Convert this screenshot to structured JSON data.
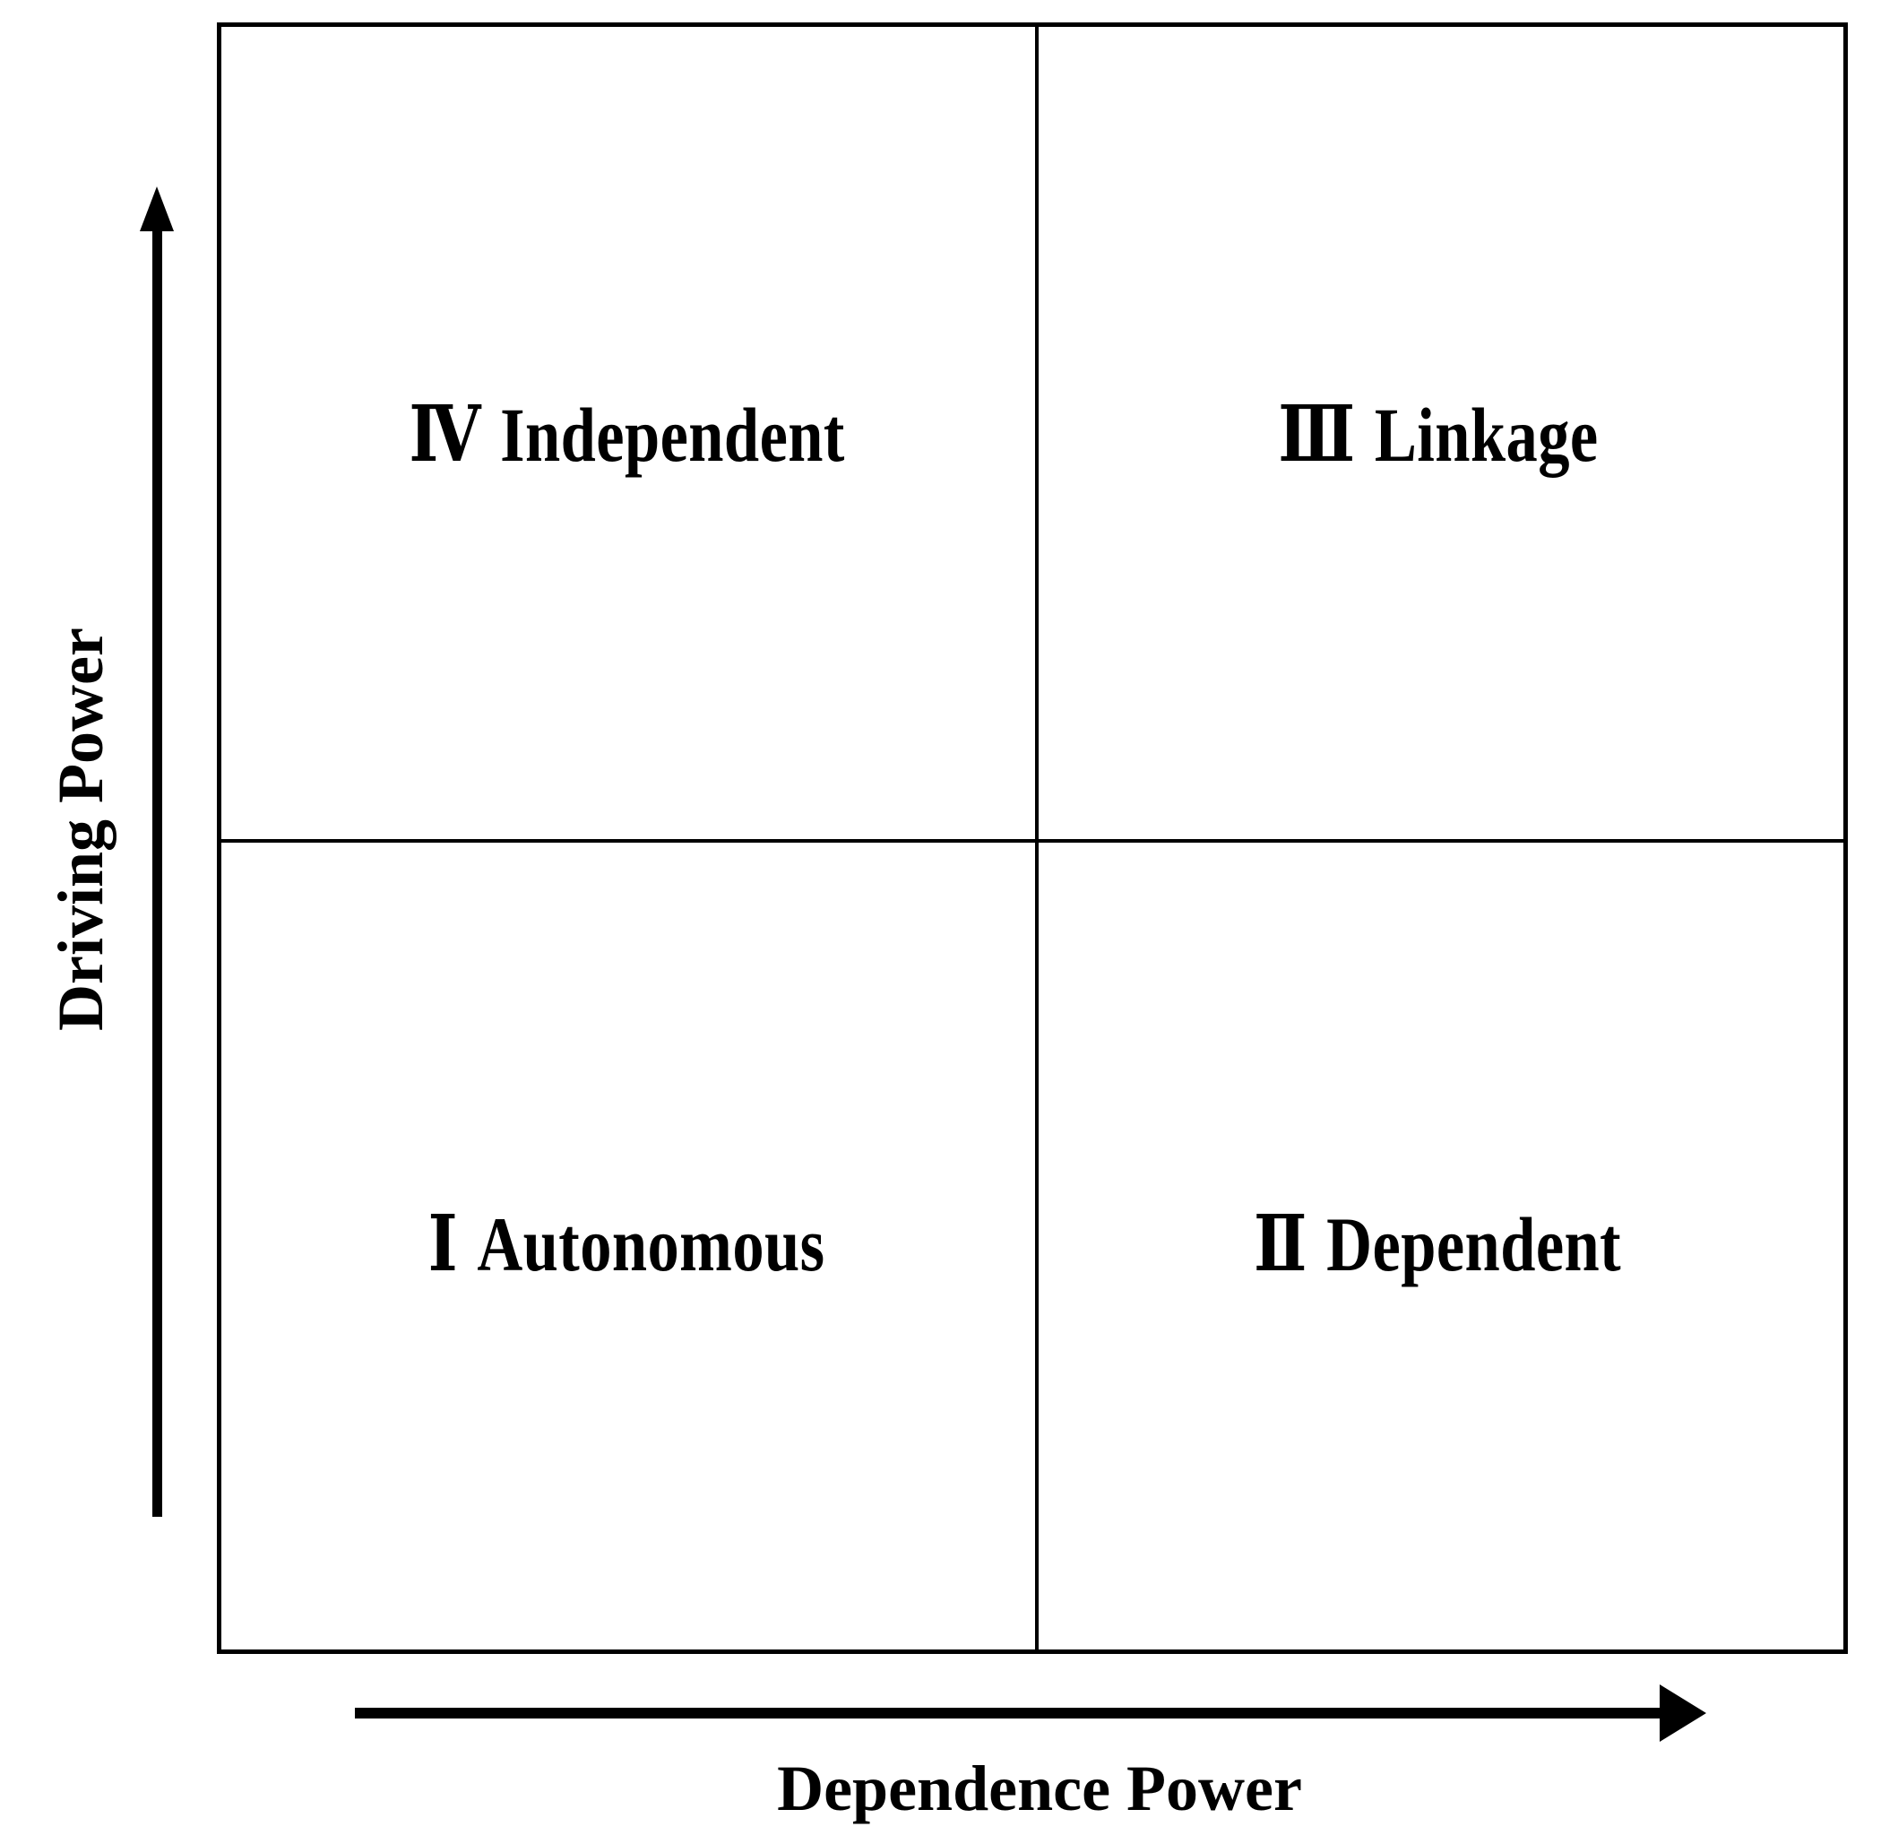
{
  "figure": {
    "type": "quadrant-matrix",
    "background_color": "#ffffff",
    "line_color": "#000000"
  },
  "axes": {
    "y": {
      "label": "Driving Power",
      "direction": "up",
      "arrow_icon": "arrow-up-icon"
    },
    "x": {
      "label": "Dependence Power",
      "direction": "right",
      "arrow_icon": "arrow-right-icon"
    }
  },
  "quadrants": [
    {
      "id": "IV",
      "numeral": "Ⅳ",
      "name": "Independent",
      "position": "top-left",
      "driving_power": "high",
      "dependence_power": "low"
    },
    {
      "id": "III",
      "numeral": "Ⅲ",
      "name": "Linkage",
      "position": "top-right",
      "driving_power": "high",
      "dependence_power": "high"
    },
    {
      "id": "I",
      "numeral": "Ⅰ",
      "name": "Autonomous",
      "position": "bottom-left",
      "driving_power": "low",
      "dependence_power": "low"
    },
    {
      "id": "II",
      "numeral": "Ⅱ",
      "name": "Dependent",
      "position": "bottom-right",
      "driving_power": "low",
      "dependence_power": "high"
    }
  ],
  "chart_data": {
    "type": "table",
    "title": "",
    "xlabel": "Dependence Power",
    "ylabel": "Driving Power",
    "grid": true,
    "legend": "none",
    "categories": [
      "Ⅳ Independent",
      "Ⅲ Linkage",
      "Ⅰ Autonomous",
      "Ⅱ Dependent"
    ],
    "cells": [
      {
        "quadrant": "Ⅳ Independent",
        "x_range": [
          0,
          0.5
        ],
        "y_range": [
          0.5,
          1.0
        ]
      },
      {
        "quadrant": "Ⅲ Linkage",
        "x_range": [
          0.5,
          1.0
        ],
        "y_range": [
          0.5,
          1.0
        ]
      },
      {
        "quadrant": "Ⅰ Autonomous",
        "x_range": [
          0,
          0.5
        ],
        "y_range": [
          0,
          0.5
        ]
      },
      {
        "quadrant": "Ⅱ Dependent",
        "x_range": [
          0.5,
          1.0
        ],
        "y_range": [
          0,
          0.5
        ]
      }
    ],
    "xlim": [
      0,
      1
    ],
    "ylim": [
      0,
      1
    ]
  }
}
